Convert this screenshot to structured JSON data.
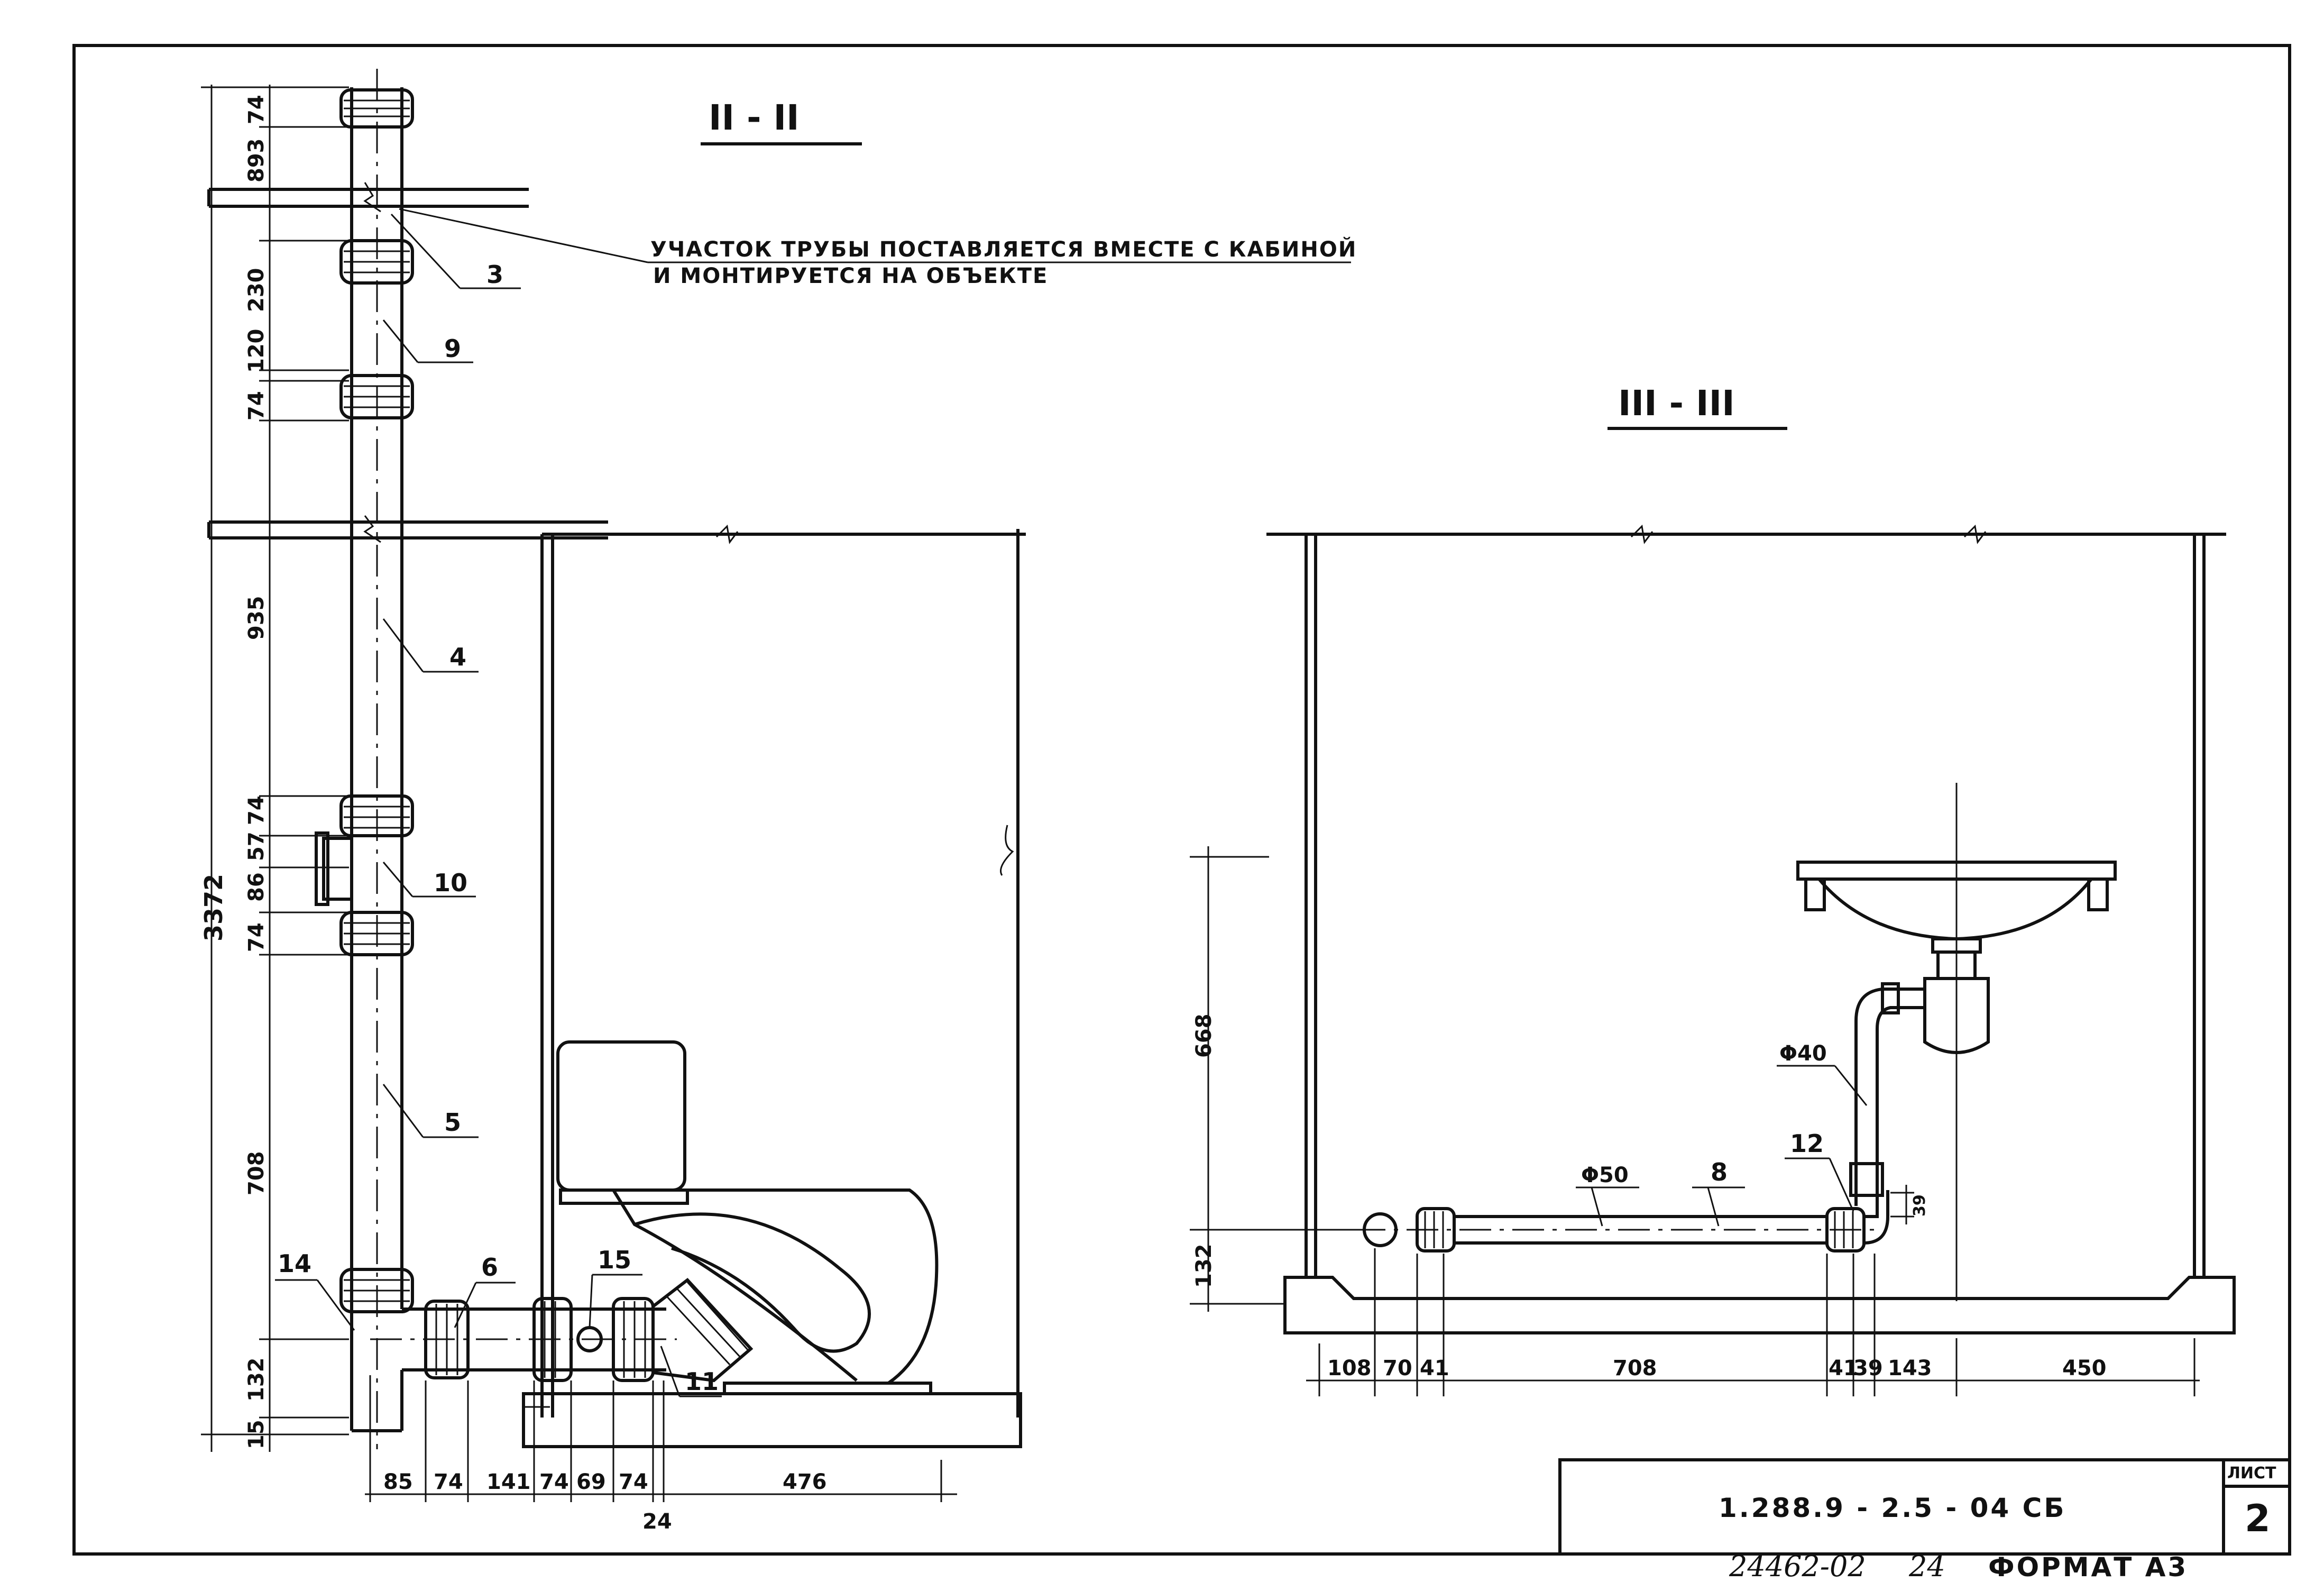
{
  "sections": {
    "left_title": "II - II",
    "right_title": "III - III"
  },
  "note": {
    "line1": "УЧАСТОК ТРУБЫ ПОСТАВЛЯЕТСЯ ВМЕСТЕ С КАБИНОЙ",
    "line2": "И МОНТИРУЕТСЯ НА ОБЪЕКТЕ"
  },
  "left_view": {
    "callouts": [
      "3",
      "9",
      "4",
      "10",
      "5",
      "6",
      "15",
      "11",
      "14"
    ],
    "vertical_dims": [
      "74",
      "893",
      "230",
      "120",
      "74",
      "935",
      "74",
      "57",
      "86",
      "74",
      "708",
      "132",
      "15"
    ],
    "overall_height": "3372",
    "horizontal_dims": [
      "85",
      "74",
      "141",
      "74",
      "69",
      "74",
      "476",
      "24"
    ]
  },
  "right_view": {
    "callouts": [
      "8",
      "12"
    ],
    "diameters": [
      "Φ40",
      "Φ50"
    ],
    "vertical_dims": [
      "668",
      "132",
      "39"
    ],
    "horizontal_dims": [
      "108",
      "70",
      "41",
      "708",
      "41",
      "39",
      "143",
      "450"
    ]
  },
  "title_block": {
    "code": "1.288.9 - 2.5 - 04 СБ",
    "sheet_label": "ЛИСТ",
    "sheet_number": "2"
  },
  "footer": {
    "inventory": "24462-02",
    "number": "24",
    "format": "ФОРМАТ А3"
  }
}
